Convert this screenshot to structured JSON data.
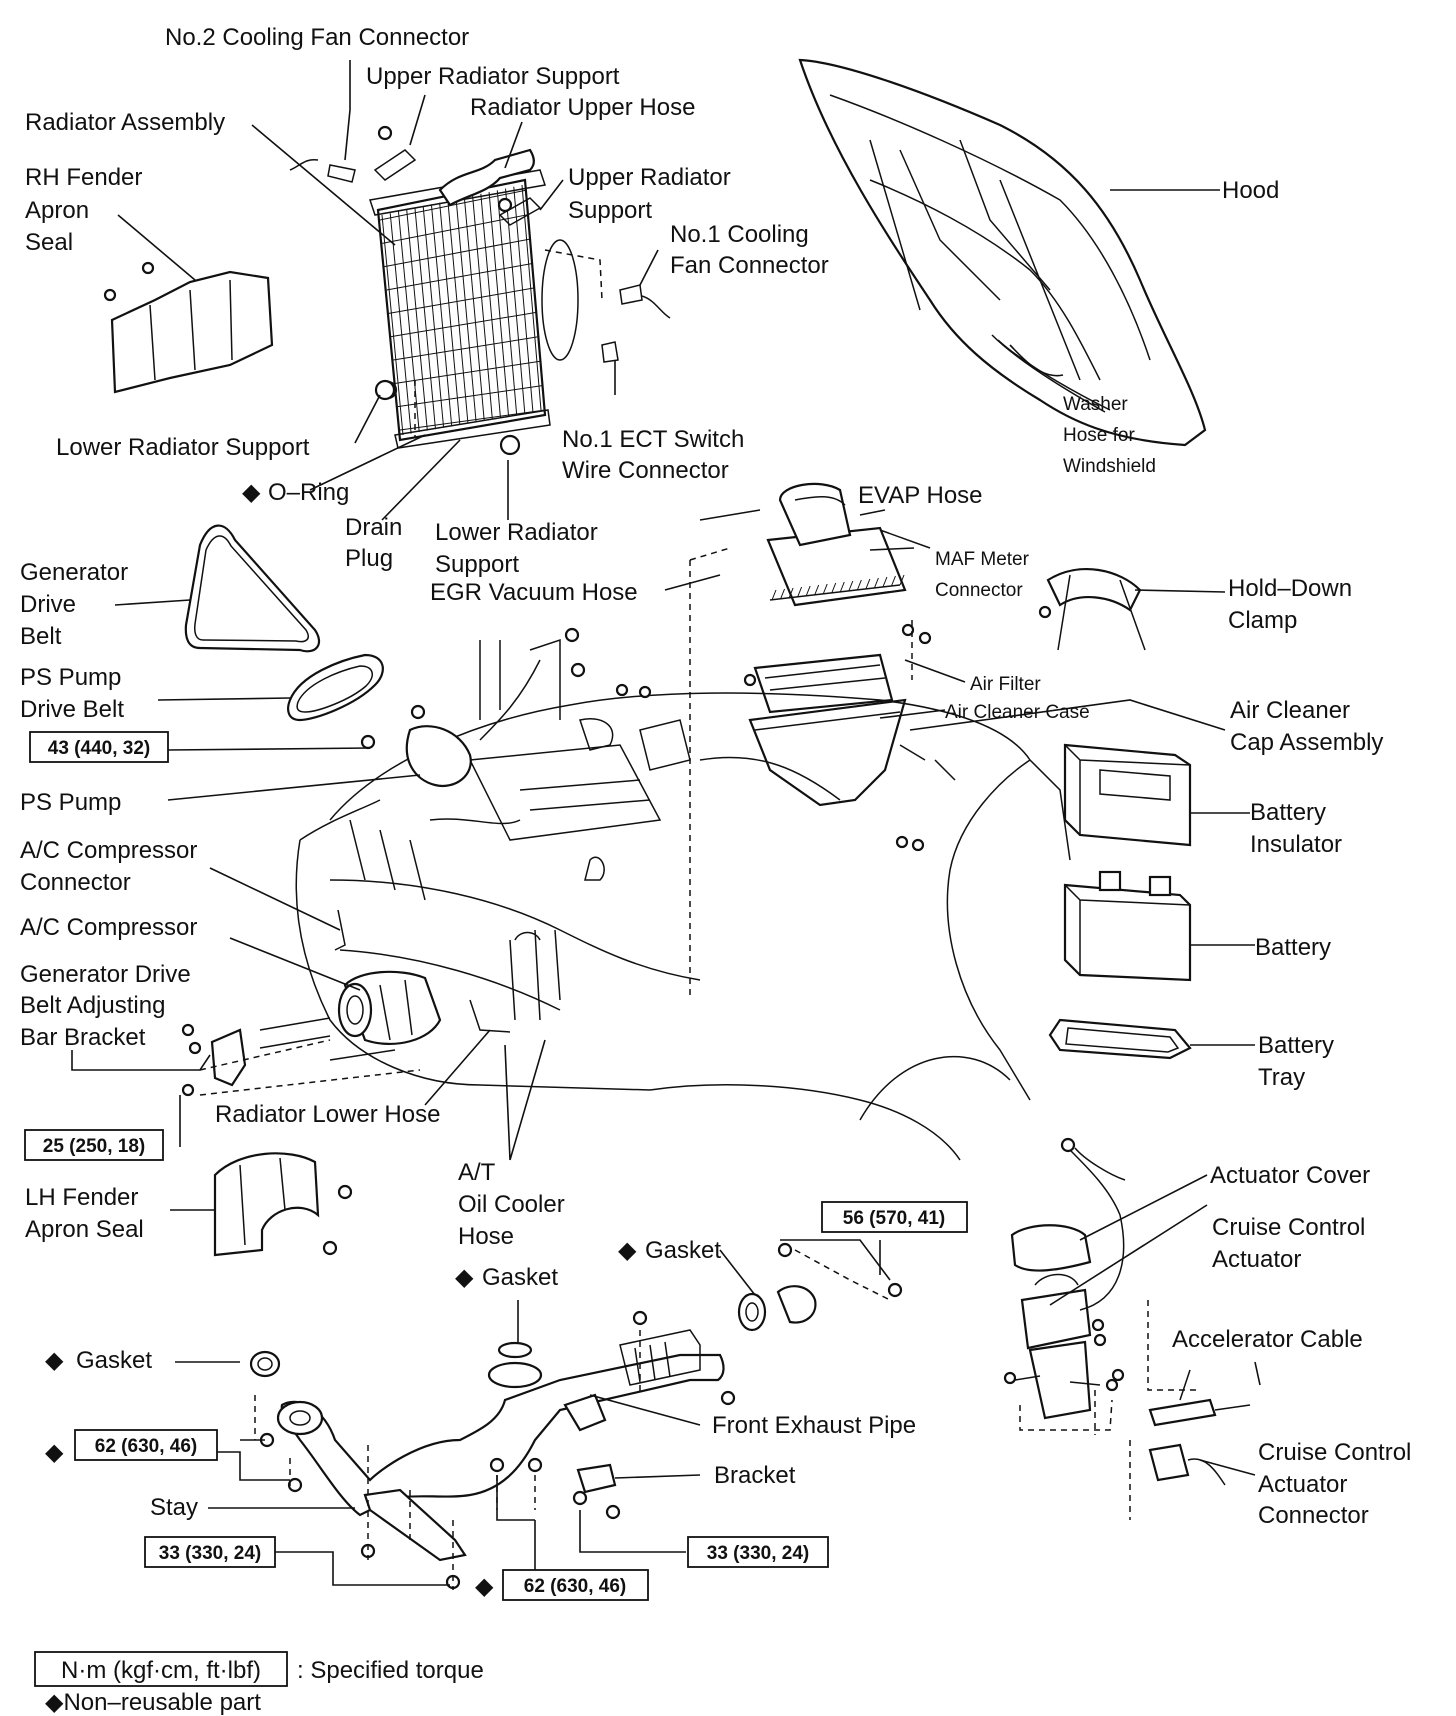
{
  "labels": {
    "no2_cooling_fan_connector": "No.2 Cooling Fan Connector",
    "upper_radiator_support_top": "Upper Radiator Support",
    "radiator_upper_hose": "Radiator Upper Hose",
    "radiator_assembly": "Radiator Assembly",
    "rh_fender_apron_seal": [
      "RH Fender",
      "Apron",
      "Seal"
    ],
    "upper_radiator_support_right": [
      "Upper Radiator",
      "Support"
    ],
    "no1_cooling_fan_connector": [
      "No.1 Cooling",
      "Fan Connector"
    ],
    "hood": "Hood",
    "washer_hose": [
      "Washer",
      "Hose for",
      "Windshield"
    ],
    "lower_radiator_support_left": "Lower Radiator Support",
    "o_ring": "O–Ring",
    "no1_ect_switch": [
      "No.1 ECT Switch",
      "Wire Connector"
    ],
    "drain_plug": [
      "Drain",
      "Plug"
    ],
    "lower_radiator_support_mid": [
      "Lower Radiator",
      "Support"
    ],
    "evap_hose": "EVAP Hose",
    "maf_meter_connector": [
      "MAF Meter",
      "Connector"
    ],
    "egr_vacuum_hose": "EGR Vacuum Hose",
    "hold_down_clamp": [
      "Hold–Down",
      "Clamp"
    ],
    "generator_drive_belt": [
      "Generator",
      "Drive",
      "Belt"
    ],
    "ps_pump_drive_belt": [
      "PS Pump",
      "Drive Belt"
    ],
    "air_filter": "Air Filter",
    "air_cleaner_case": "Air Cleaner Case",
    "air_cleaner_cap_assembly": [
      "Air Cleaner",
      "Cap Assembly"
    ],
    "ps_pump": "PS Pump",
    "battery_insulator": [
      "Battery",
      "Insulator"
    ],
    "ac_compressor_connector": [
      "A/C Compressor",
      "Connector"
    ],
    "ac_compressor": "A/C Compressor",
    "battery": "Battery",
    "generator_drive_belt_bracket": [
      "Generator Drive",
      "Belt Adjusting",
      "Bar Bracket"
    ],
    "battery_tray": [
      "Battery",
      "Tray"
    ],
    "radiator_lower_hose": "Radiator Lower Hose",
    "lh_fender_apron_seal": [
      "LH Fender",
      "Apron Seal"
    ],
    "at_oil_cooler_hose": [
      "A/T",
      "Oil Cooler",
      "Hose"
    ],
    "actuator_cover": "Actuator Cover",
    "cruise_control_actuator": [
      "Cruise Control",
      "Actuator"
    ],
    "gasket_right": "Gasket",
    "gasket_center": "Gasket",
    "accelerator_cable": "Accelerator Cable",
    "gasket_left": "Gasket",
    "front_exhaust_pipe": "Front Exhaust Pipe",
    "bracket": "Bracket",
    "cruise_control_actuator_connector": [
      "Cruise Control",
      "Actuator",
      "Connector"
    ],
    "stay": "Stay"
  },
  "torques": {
    "ps_pump_bolt": "43 (440, 32)",
    "bracket_bolt": "25 (250, 18)",
    "flange_bolt": "56 (570, 41)",
    "pipe_nut_left": "62 (630, 46)",
    "stay_bolt": "33 (330, 24)",
    "bracket_right": "33 (330, 24)",
    "pipe_nut_bottom": "62 (630, 46)"
  },
  "symbols": {
    "non_reusable": "◆"
  },
  "legend": {
    "torque_unit": "N·m (kgf·cm, ft·lbf)",
    "torque_desc": ": Specified torque",
    "non_reusable": "◆Non–reusable part"
  }
}
